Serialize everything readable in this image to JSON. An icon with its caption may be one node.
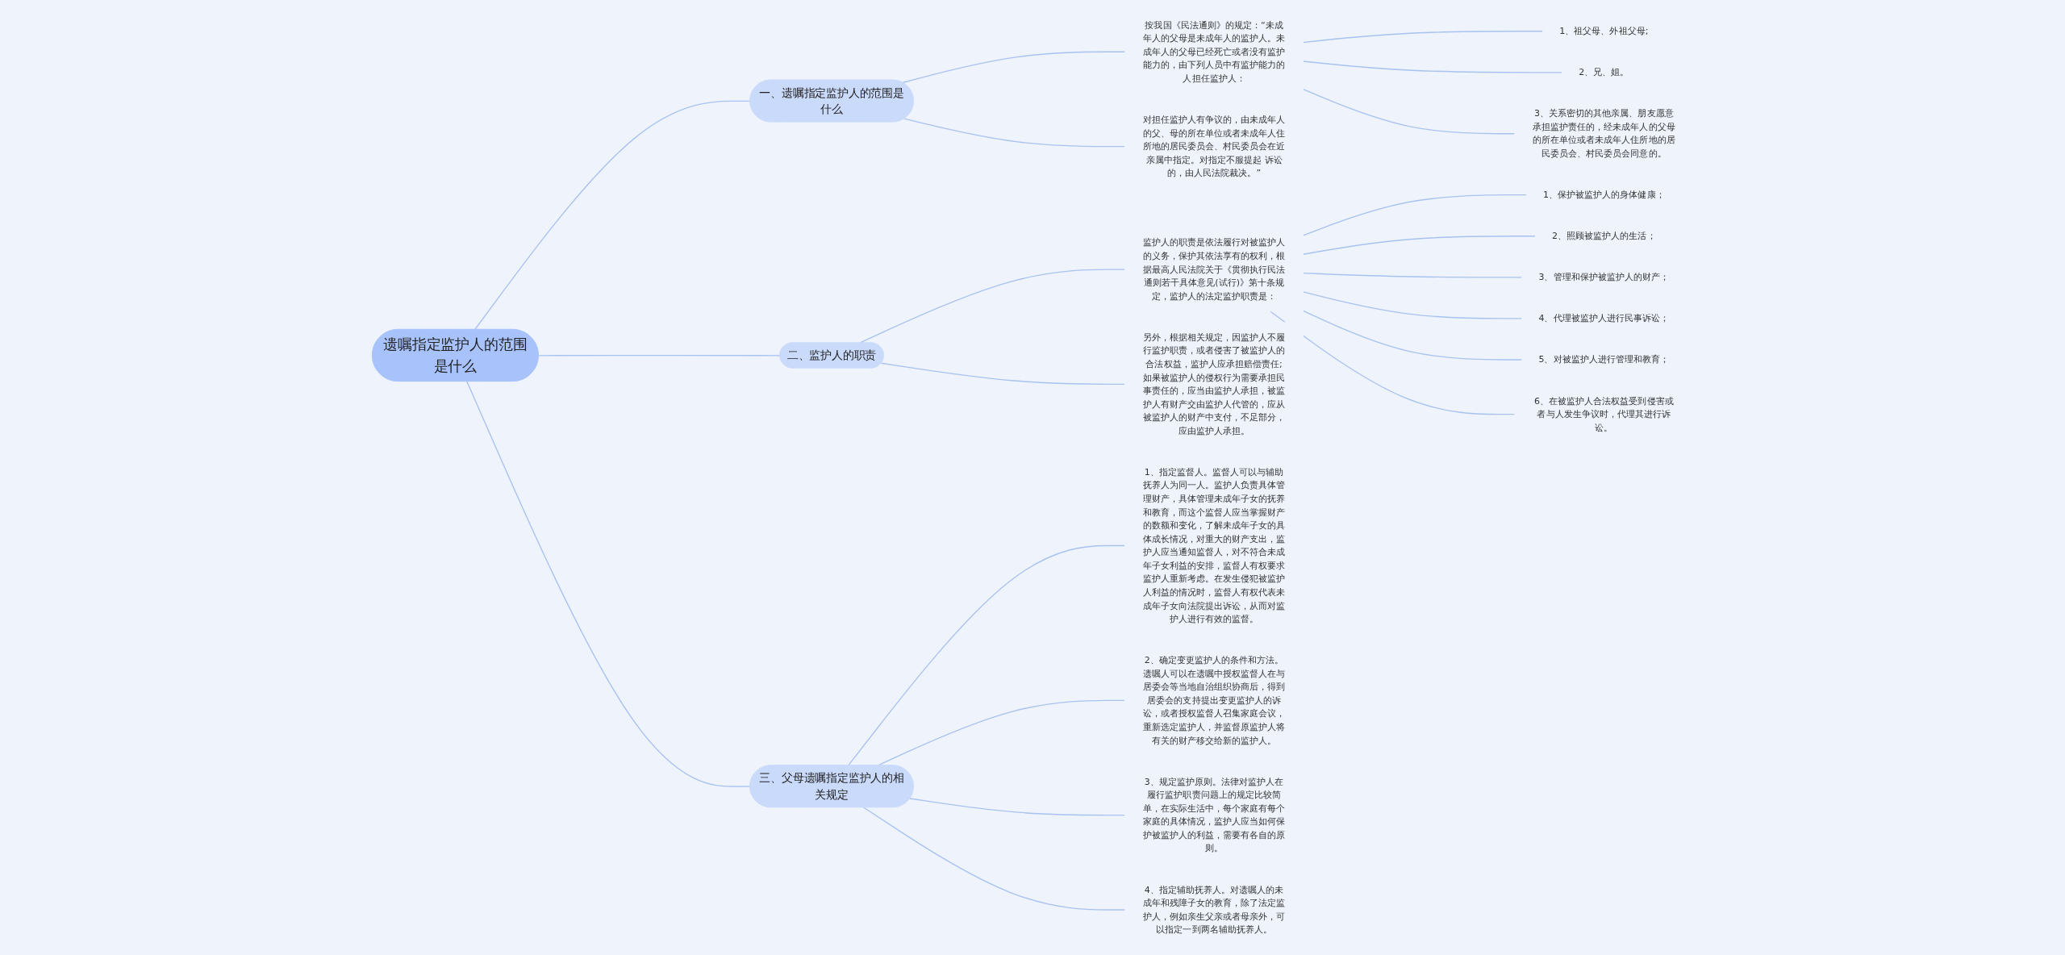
{
  "diagram": {
    "nodes": [
      {
        "text": [
          "遗嘱指定监护人的范围是什么"
        ]
      },
      {
        "text": [
          "一、遗嘱指定监护人的范围是什么"
        ]
      },
      {
        "text": [
          "按我国《民法通则》的规定：“未成年人的父母是未成年人的监护人。未成年人的父母已经死亡或者没有监护能力的，由下列人员中有监护能力的人担任监护人："
        ]
      },
      {
        "text": [
          "1、祖父母、外祖父母;"
        ]
      },
      {
        "text": [
          "2、兄、姐。"
        ]
      },
      {
        "text": [
          "3、关系密切的其他亲属、朋友愿意承担监护责任的，经未成年人的父母的所在单位或者未成年人住所地的居民委员会、村民委员会同意的。"
        ]
      },
      {
        "text": [
          "对担任监护人有争议的，由未成年人的父、母的所在单位或者未成年人住所地的居民委员会、村民委员会在近亲属中指定。对指定不服提起 诉讼的，由人民法院裁决。”"
        ]
      },
      {
        "text": [
          "二、监护人的职责"
        ]
      },
      {
        "text": [
          "监护人的职责是依法履行对被监护人的义务，保护其依法享有的权利，根据最高人民法院关于《贯彻执行民法通则若干具体意见(试行)》第十条规定，监护人的法定监护职责是："
        ]
      },
      {
        "text": [
          "1、保护被监护人的身体健康；"
        ]
      },
      {
        "text": [
          "2、照顾被监护人的生活；"
        ]
      },
      {
        "text": [
          "3、管理和保护被监护人的财产；"
        ]
      },
      {
        "text": [
          "4、代理被监护人进行民事诉讼；"
        ]
      },
      {
        "text": [
          "5、对被监护人进行管理和教育；"
        ]
      },
      {
        "text": [
          "6、在被监护人合法权益受到侵害或者与人发生争议时，代理其进行诉讼。"
        ]
      },
      {
        "text": [
          "另外，根据相关规定，因监护人不履行监护职责，或者侵害了被监护人的合法权益，监护人应承担赔偿责任;如果被监护人的侵权行为需要承担民事责任的，应当由监护人承担，被监护人有财产交由监护人代管的，应从被监护人的财产中支付，不足部分，应由监护人承担。"
        ]
      },
      {
        "text": [
          "三、父母遗嘱指定监护人的相关规定"
        ]
      },
      {
        "text": [
          "1、指定监督人。监督人可以与辅助抚养人为同一人。监护人负责具体管理财产，具体管理未成年子女的抚养和教育，而这个监督人应当掌握财产的数额和变化，了解未成年子女的具体成长情况，对重大的财产支出，监护人应当通知监督人，对不符合未成年子女利益的安排，监督人有权要求监护人重新考虑。在发生侵犯被监护人利益的情况时，监督人有权代表未成年子女向法院提出诉讼，从而对监护人进行有效的监督。"
        ]
      },
      {
        "text": [
          "2、确定变更监护人的条件和方法。遗嘱人可以在遗嘱中授权监督人在与居委会等当地自治组织协商后，得到居委会的支持提出变更监护人的诉讼，或者授权监督人召集家庭会议，重新选定监护人，并监督原监护人将有关的财产移交给新的监护人。"
        ]
      },
      {
        "text": [
          "3、规定监护原则。法律对监护人在履行监护职责问题上的规定比较简单，在实际生活中，每个家庭有每个家庭的具体情况，监护人应当如何保护被监护人的利益，需要有各自的原则。"
        ]
      },
      {
        "text": [
          "4、指定辅助抚养人。对遗嘱人的未成年和残障子女的教育，除了法定监护人，例如亲生父亲或者母亲外，可以指定一到两名辅助抚养人。"
        ]
      }
    ],
    "edges": [
      {
        "from": 0,
        "to": 1,
        "arrow": "none"
      },
      {
        "from": 1,
        "to": 2,
        "arrow": "none"
      },
      {
        "from": 2,
        "to": 3,
        "arrow": "none"
      },
      {
        "from": 2,
        "to": 4,
        "arrow": "none"
      },
      {
        "from": 2,
        "to": 5,
        "arrow": "none"
      },
      {
        "from": 1,
        "to": 6,
        "arrow": "none"
      },
      {
        "from": 0,
        "to": 7,
        "arrow": "none"
      },
      {
        "from": 7,
        "to": 8,
        "arrow": "none"
      },
      {
        "from": 8,
        "to": 9,
        "arrow": "none"
      },
      {
        "from": 8,
        "to": 10,
        "arrow": "none"
      },
      {
        "from": 8,
        "to": 11,
        "arrow": "none"
      },
      {
        "from": 8,
        "to": 12,
        "arrow": "none"
      },
      {
        "from": 8,
        "to": 13,
        "arrow": "none"
      },
      {
        "from": 8,
        "to": 14,
        "arrow": "none"
      },
      {
        "from": 7,
        "to": 15,
        "arrow": "none"
      },
      {
        "from": 0,
        "to": 16,
        "arrow": "none"
      },
      {
        "from": 16,
        "to": 17,
        "arrow": "none"
      },
      {
        "from": 16,
        "to": 18,
        "arrow": "none"
      },
      {
        "from": 16,
        "to": 19,
        "arrow": "none"
      },
      {
        "from": 16,
        "to": 20,
        "arrow": "none"
      }
    ]
  }
}
